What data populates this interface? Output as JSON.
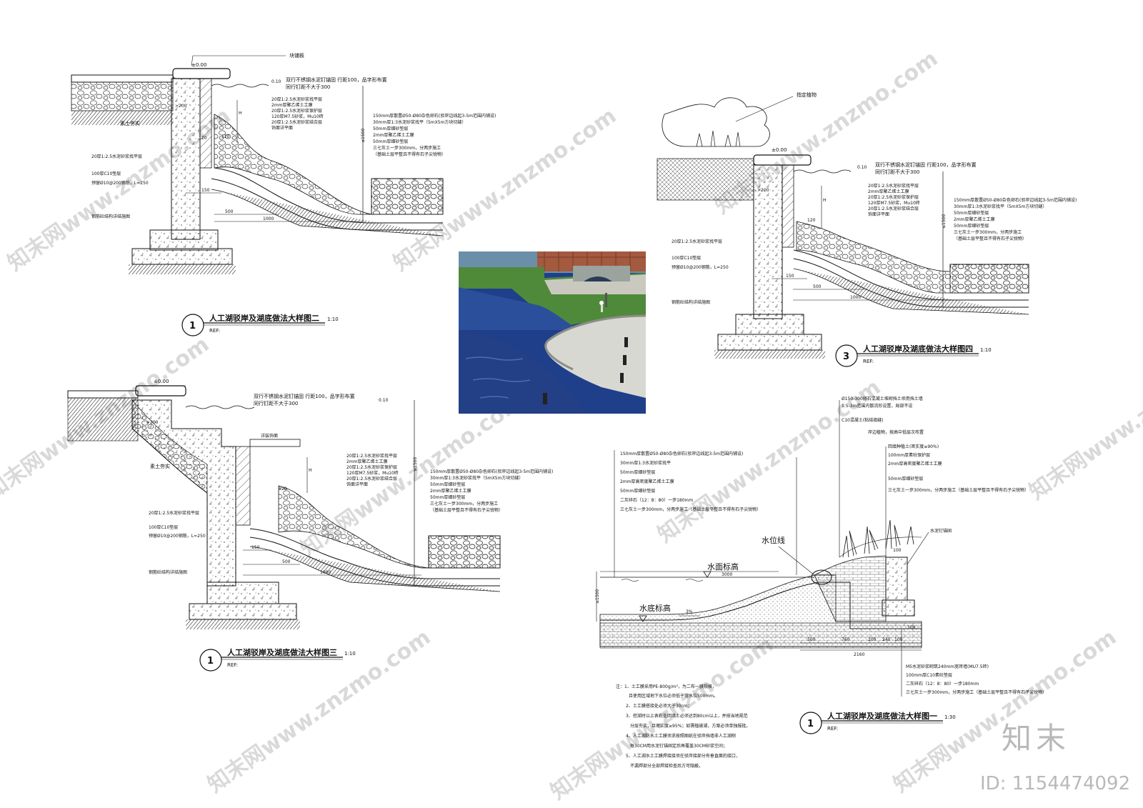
{
  "common": {
    "elev_top": "±0.00",
    "water_level": "0.10",
    "scale_small": "1:10",
    "ref": "REF:",
    "dim_120": "120",
    "dim_150": "150",
    "dim_500": "500",
    "dim_1000": "1000",
    "dim_1500": "≤1500",
    "dim_200": ">200",
    "dim_H": "H",
    "mat_soil": "素土夯实",
    "anchor_note": "双行不锈钢水泥钉锚固 行距100，品字形布置",
    "anchor_note2": "同行钉距不大于300",
    "wall_layers": [
      "20厚1:2.5水泥砂浆找平层",
      "2mm厚聚乙烯土工膜",
      "20厚1:2.5水泥砂浆保护层",
      "120厚M7.5砂浆，Mu10砖",
      "20厚1:2.5水泥砂浆结合层",
      "饰面详平面"
    ],
    "bed_layers": [
      "150mm厚散置Ø50-Ø80杂色卵石(驳岸边线起3-5m范围内铺设)",
      "30mm厚1:3水泥砂浆找平（5mX5m方块切缝）",
      "50mm厚细砂垫层",
      "2mm厚聚乙烯土工膜",
      "50mm厚细砂垫层",
      "三七灰土一步300mm，分两步施工",
      "（基础土层平整且不得有石子尖锐物）"
    ],
    "base_notes": [
      "20厚1:2.5水泥砂浆找平层",
      "100厚C10垫层",
      "预留Ø10@200钢筋，L=250",
      "钢筋砼结构详结施图"
    ]
  },
  "detail_top_left": {
    "label_stone": "块铺板",
    "number": "1",
    "title": "人工湖驳岸及湖底做法大样图二"
  },
  "detail_bottom_left": {
    "label_finish": "详装饰面",
    "number": "1",
    "title": "人工湖驳岸及湖底做法大样图三"
  },
  "detail_top_right": {
    "label_plant": "指定植物",
    "number": "3",
    "title": "人工湖驳岸及湖底做法大样图四"
  },
  "detail_bottom_right": {
    "number": "1",
    "scale": "1:30",
    "title": "人工湖驳岸及湖底做法大样图一",
    "top_notes": [
      "Ø150-300卵石混凝土堆砌挡土坝用挡土墙",
      "1.5-3m范围内散流形设置，局部不设",
      "C10混凝土(粘结填缝)"
    ],
    "bank_note": "岸边植物，按高中低层次布置",
    "right_layers": [
      "回填种植土(密实度≥90%)",
      "100mm厚素砼保护层",
      "2mm厚高密度聚乙烯土工膜",
      "50mm厚细砂垫层",
      "三七灰土一步300mm，分两步施工（基础土层平整且不得有石子尖锐物）"
    ],
    "left_layers": [
      "150mm厚散置Ø50-Ø80杂色卵石(驳岸边线起3-5m范围内铺设)",
      "30mm厚1:3水泥砂浆找平",
      "50mm厚细砂垫层",
      "2mm厚高密度聚乙烯土工膜",
      "50mm厚细砂垫层",
      "二灰碎石（12：8：80）一步180mm",
      "三七灰土一步300mm，分两步施工（基础土层平整且不得有石子尖锐物）"
    ],
    "water_surface": "水面标高",
    "water_line": "水位线",
    "bottom_elev": "水底标高",
    "slope": "3%",
    "anchor_label": "水泥钉锚固",
    "dim_3000": "3000",
    "dim_1500": "≤1500",
    "dims_bottom": [
      "500",
      "760",
      "2160",
      "100"
    ],
    "dims_small": [
      "200",
      "240",
      "100",
      "100"
    ],
    "bottom_layers": [
      "M5水泥砂浆砌筑240mm宽砖墙(MU7.5砖)",
      "100mm厚C10素砼垫层",
      "二灰碎石（12：8：80）一步180mm",
      "三七灰土一步300mm，分两步施工（基础土层平整且不得有石子尖锐物）"
    ]
  },
  "notes": {
    "lines": [
      "注：1、土工膜采用PE-800g/m²，为二布一膜规格，",
      "且使用区域地下水位必须低于常水位500mm。",
      "2、土工膜搭接处必须大于30cm；",
      "3、挖湖时以上表石处回填土必须达到80cm以上，并按当地规范",
      "分层夯实，且密实度≥95%；如需植被湖，方案必须单独报批。",
      "4、人工湖防水土工膜须求按照图纸在驳岸挡墙非人工湖侧",
      "每30CM用水泥钉锚固定后再覆盖30CM砂浆空间；",
      "5、人工湖水土工膜焊接接须在驳岸接部分有垂直面的接口，",
      "不漏焊部分全部焊接检查后方可隐蔽。"
    ]
  },
  "watermark": {
    "text": "知末网www.znzmo.com",
    "brand": "知末",
    "id": "ID: 1154474092"
  },
  "colors": {
    "line": "#111111",
    "watermark": "#d9d9d9",
    "water": "#2c4f9c",
    "grass": "#4f8a3a"
  }
}
